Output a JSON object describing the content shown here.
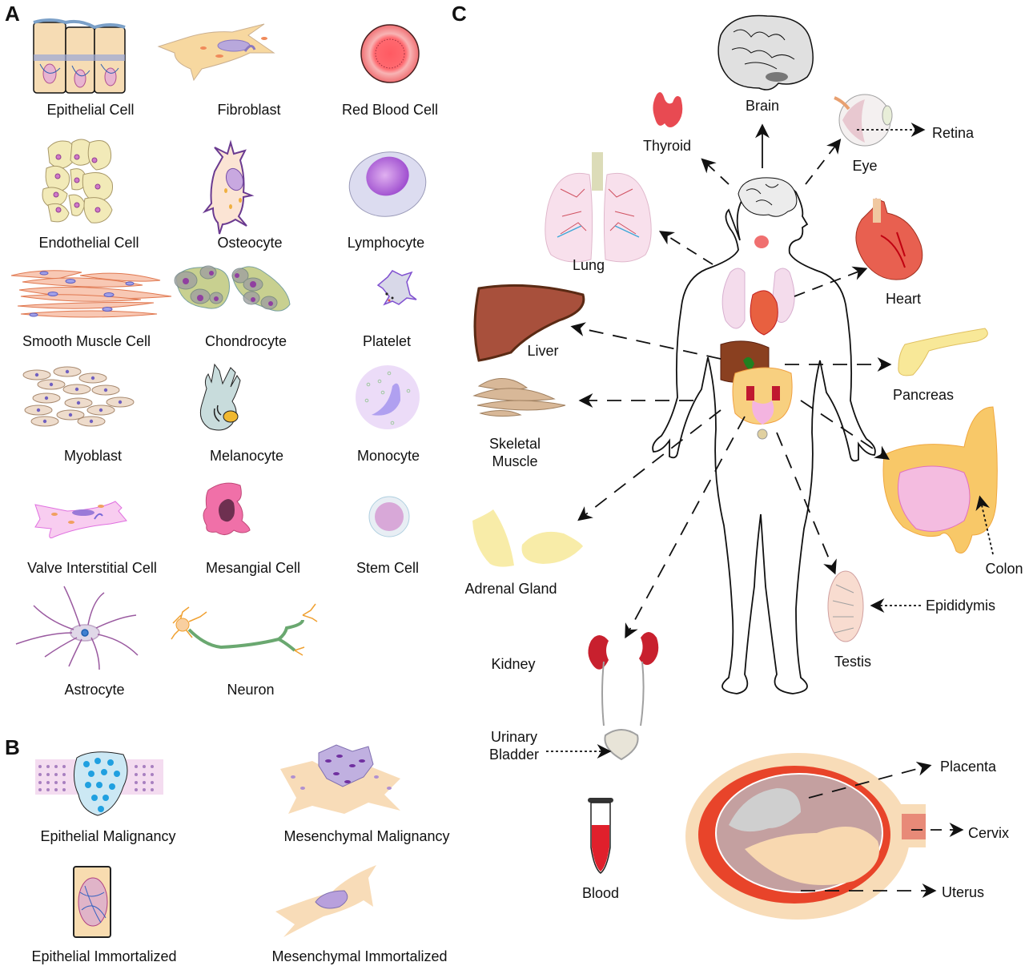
{
  "panels": {
    "a": {
      "letter": "A"
    },
    "b": {
      "letter": "B"
    },
    "c": {
      "letter": "C"
    }
  },
  "cells": [
    {
      "label": "Epithelial Cell"
    },
    {
      "label": "Fibroblast"
    },
    {
      "label": "Red Blood Cell"
    },
    {
      "label": "Endothelial Cell"
    },
    {
      "label": "Osteocyte"
    },
    {
      "label": "Lymphocyte"
    },
    {
      "label": "Smooth Muscle Cell"
    },
    {
      "label": "Chondrocyte"
    },
    {
      "label": "Platelet"
    },
    {
      "label": "Myoblast"
    },
    {
      "label": "Melanocyte"
    },
    {
      "label": "Monocyte"
    },
    {
      "label": "Valve Interstitial Cell"
    },
    {
      "label": "Mesangial Cell"
    },
    {
      "label": "Stem Cell"
    },
    {
      "label": "Astrocyte"
    },
    {
      "label": "Neuron"
    }
  ],
  "malignancy": [
    {
      "label": "Epithelial Malignancy"
    },
    {
      "label": "Mesenchymal Malignancy"
    },
    {
      "label": "Epithelial Immortalized"
    },
    {
      "label": "Mesenchymal Immortalized"
    }
  ],
  "organs": {
    "brain": "Brain",
    "thyroid": "Thyroid",
    "eye": "Eye",
    "retina": "Retina",
    "lung": "Lung",
    "heart": "Heart",
    "liver": "Liver",
    "pancreas": "Pancreas",
    "skeletal_muscle": "Skeletal Muscle",
    "colon": "Colon",
    "adrenal_gland": "Adrenal Gland",
    "epididymis": "Epididymis",
    "testis": "Testis",
    "kidney": "Kidney",
    "urinary_bladder": "Urinary Bladder",
    "blood": "Blood",
    "placenta": "Placenta",
    "cervix": "Cervix",
    "uterus": "Uterus"
  }
}
